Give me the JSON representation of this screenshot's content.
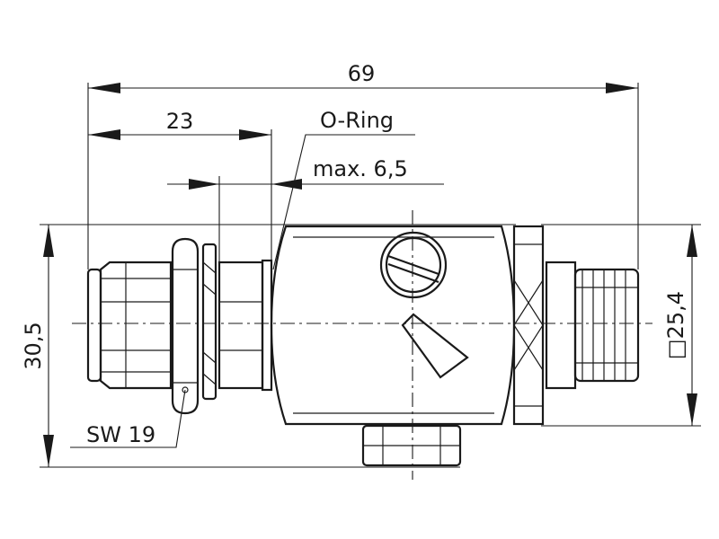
{
  "labels": {
    "overall_length": "69",
    "thread_length": "23",
    "oring": "O-Ring",
    "max_panel": "max. 6,5",
    "height": "30,5",
    "flange_square": "□25,4",
    "wrench_size": "SW 19"
  }
}
